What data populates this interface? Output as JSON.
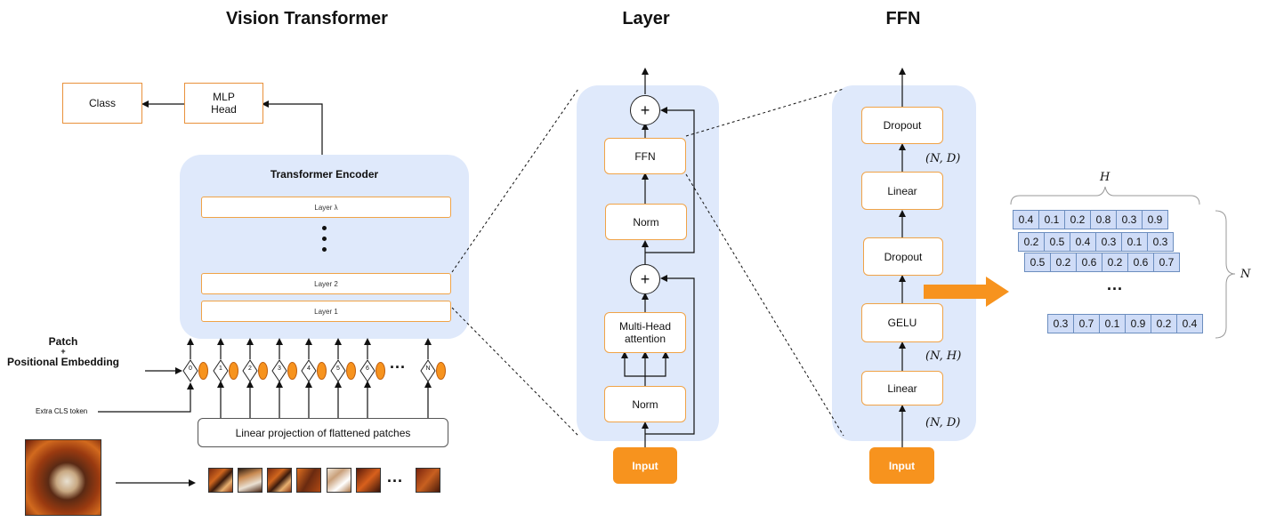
{
  "titles": {
    "vit": "Vision Transformer",
    "layer": "Layer",
    "ffn": "FFN"
  },
  "vit": {
    "class_label": "Class",
    "mlp_head_line1": "MLP",
    "mlp_head_line2": "Head",
    "encoder_title": "Transformer Encoder",
    "layer_top": "Layer λ",
    "layer_2": "Layer 2",
    "layer_1": "Layer 1",
    "patch_label_line1": "Patch",
    "patch_label_line2": "+",
    "patch_label_line3": "Positional Embedding",
    "cls_label": "Extra CLS token",
    "projection_label": "Linear projection of flattened patches",
    "ellipsis": "...",
    "tokens": [
      "0",
      "1",
      "2",
      "3",
      "4",
      "5",
      "6",
      "N"
    ]
  },
  "layer": {
    "plus_top": "+",
    "ffn": "FFN",
    "norm_top": "Norm",
    "plus_mid": "+",
    "mha_line1": "Multi-Head",
    "mha_line2": "attention",
    "norm_bottom": "Norm",
    "input": "Input"
  },
  "ffn": {
    "dropout_top": "Dropout",
    "shape_nd_top": "(N, D)",
    "linear_top": "Linear",
    "dropout_mid": "Dropout",
    "gelu": "GELU",
    "shape_nh": "(N, H)",
    "linear_bottom": "Linear",
    "shape_nd_bottom": "(N, D)",
    "input": "Input"
  },
  "matrix": {
    "h_label": "H",
    "n_label": "N",
    "ellipsis": "...",
    "rows": [
      [
        "0.4",
        "0.1",
        "0.2",
        "0.8",
        "0.3",
        "0.9"
      ],
      [
        "0.2",
        "0.5",
        "0.4",
        "0.3",
        "0.1",
        "0.3"
      ],
      [
        "0.5",
        "0.2",
        "0.6",
        "0.2",
        "0.6",
        "0.7"
      ],
      [
        "0.3",
        "0.7",
        "0.1",
        "0.9",
        "0.2",
        "0.4"
      ]
    ]
  },
  "colors": {
    "panel": "#dfe9fb",
    "orange_border": "#f0a347",
    "input_fill": "#f7931e",
    "arrow": "#f7931e",
    "cell_fill": "#cfdcf7"
  }
}
